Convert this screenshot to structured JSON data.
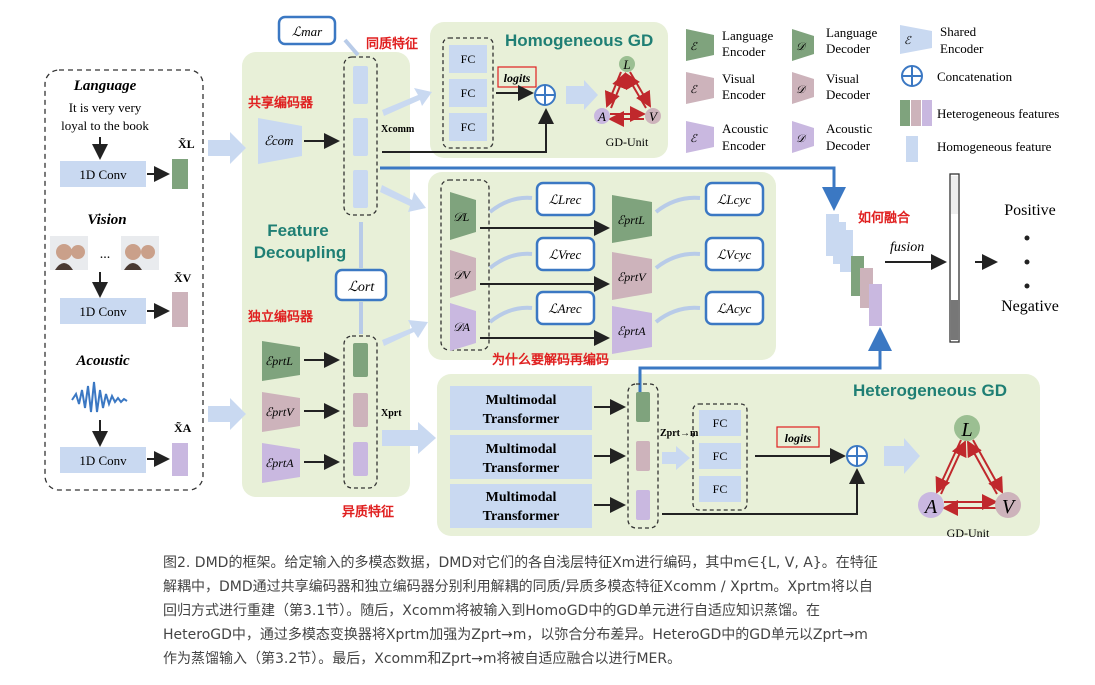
{
  "input_panel": {
    "language": {
      "title": "Language",
      "text_line1": "It is very very",
      "text_line2": "loyal to the book",
      "conv": "1D Conv",
      "feature": "X̃L"
    },
    "vision": {
      "title": "Vision",
      "ellipsis": "...",
      "conv": "1D Conv",
      "feature": "X̃V"
    },
    "acoustic": {
      "title": "Acoustic",
      "conv": "1D Conv",
      "feature": "X̃A"
    }
  },
  "annotations": {
    "shared_encoder_cn": "共享编码器",
    "homo_feature_cn": "同质特征",
    "private_encoder_cn": "独立编码器",
    "hetero_feature_cn": "异质特征",
    "why_decode_cn": "为什么要解码再编码",
    "how_fuse_cn": "如何融合"
  },
  "losses": {
    "mar": "ℒmar",
    "ort": "ℒort",
    "rec_L": "ℒLrec",
    "rec_V": "ℒVrec",
    "rec_A": "ℒArec",
    "cyc_L": "ℒLcyc",
    "cyc_V": "ℒVcyc",
    "cyc_A": "ℒAcyc"
  },
  "feature_decoupling": {
    "line1": "Feature",
    "line2": "Decoupling",
    "shared_encoder": "ℰcom",
    "x_comm": "Xcomm",
    "x_prt": "Xprt",
    "enc_L": "ℰprtL",
    "enc_V": "ℰprtV",
    "enc_A": "ℰprtA",
    "dec_L": "𝒟L",
    "dec_V": "𝒟V",
    "dec_A": "𝒟A"
  },
  "homogeneous_gd": {
    "title": "Homogeneous GD",
    "fc": [
      "FC",
      "FC",
      "FC"
    ],
    "logits": "logits",
    "unit_label": "GD-Unit",
    "nodes": [
      "L",
      "A",
      "V"
    ]
  },
  "heterogeneous_gd": {
    "title": "Heterogeneous GD",
    "transformers": [
      "Multimodal Transformer",
      "Multimodal Transformer",
      "Multimodal Transformer"
    ],
    "z_label": "Zprt→m",
    "fc": [
      "FC",
      "FC",
      "FC"
    ],
    "logits": "logits",
    "unit_label": "GD-Unit",
    "nodes": [
      "L",
      "A",
      "V"
    ]
  },
  "legend": [
    {
      "label_line1": "Language",
      "label_line2": "Encoder"
    },
    {
      "label_line1": "Language",
      "label_line2": "Decoder"
    },
    {
      "label_line1": "Shared",
      "label_line2": "Encoder"
    },
    {
      "label_line1": "Visual",
      "label_line2": "Encoder"
    },
    {
      "label_line1": "Visual",
      "label_line2": "Decoder"
    },
    {
      "label_line1": "Concatenation",
      "label_line2": ""
    },
    {
      "label_line1": "Acoustic",
      "label_line2": "Encoder"
    },
    {
      "label_line1": "Acoustic",
      "label_line2": "Decoder"
    },
    {
      "label_line1": "Heterogeneous features",
      "label_line2": ""
    },
    {
      "label_line1": "Homogeneous feature",
      "label_line2": ""
    }
  ],
  "output": {
    "fusion": "fusion",
    "positive": "Positive",
    "negative": "Negative"
  },
  "colors": {
    "green_panel": "#e8f0d8",
    "light_blue": "#c9d9f1",
    "green_feat": "#7fa37d",
    "purple": "#c9b8e0",
    "mauve": "#cdb3bb",
    "red": "#e02020",
    "teal_title": "#1f7f74",
    "arrow_blue": "#b8cbe8",
    "dark_blue_line": "#3b78c3"
  },
  "caption": {
    "line1": "图2. DMD的框架。给定输入的多模态数据，DMD对它们的各自浅层特征Xm进行编码，其中m∈{L, V, A}。在特征",
    "line2": "解耦中，DMD通过共享编码器和独立编码器分别利用解耦的同质/异质多模态特征Xcomm / Xprtm。Xprtm将以自",
    "line3": "回归方式进行重建（第3.1节）。随后，Xcomm将被输入到HomoGD中的GD单元进行自适应知识蒸馏。在",
    "line4": "HeteroGD中，通过多模态变换器将Xprtm加强为Zprt→m，以弥合分布差异。HeteroGD中的GD单元以Zprt→m",
    "line5": "作为蒸馏输入（第3.2节）。最后，Xcomm和Zprt→m将被自适应融合以进行MER。"
  }
}
